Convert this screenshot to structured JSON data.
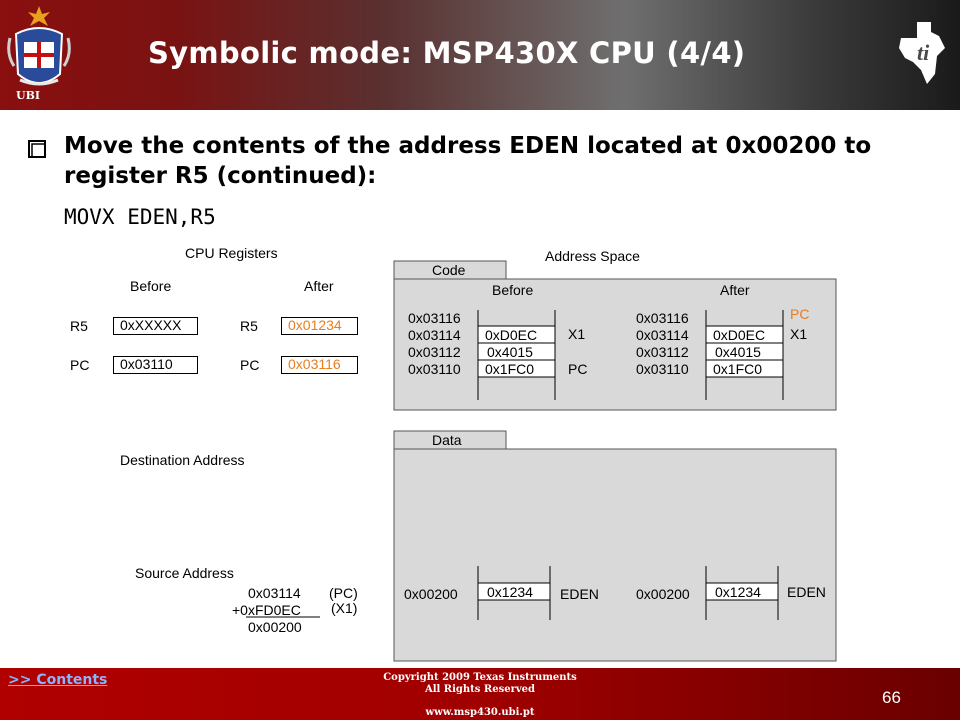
{
  "header": {
    "title": "Symbolic mode: MSP430X CPU (4/4)",
    "ubi_label": "UBI"
  },
  "bullet": {
    "text": "Move the contents of the address EDEN located at 0x00200 to register R5 (continued):",
    "instruction": "MOVX EDEN,R5"
  },
  "cpu": {
    "title": "CPU Registers",
    "before_label": "Before",
    "after_label": "After",
    "rows": [
      {
        "reg": "R5",
        "before": "0xXXXXX",
        "after": "0x01234"
      },
      {
        "reg": "PC",
        "before": "0x03110",
        "after": "0x03116"
      }
    ]
  },
  "address_space": {
    "title": "Address Space",
    "code_tab": "Code",
    "before_label": "Before",
    "after_label": "After",
    "before": {
      "addresses": [
        "0x03116",
        "0x03114",
        "0x03112",
        "0x03110"
      ],
      "words": [
        "0xD0EC",
        "0x4015",
        "0x1FC0"
      ],
      "marker_x1": "X1",
      "marker_pc": "PC"
    },
    "after": {
      "addresses": [
        "0x03116",
        "0x03114",
        "0x03112",
        "0x03110"
      ],
      "words": [
        "0xD0EC",
        "0x4015",
        "0x1FC0"
      ],
      "marker_pc": "PC",
      "marker_x1": "X1"
    }
  },
  "data_space": {
    "tab": "Data",
    "before": {
      "address": "0x00200",
      "word": "0x1234",
      "label": "EDEN"
    },
    "after": {
      "address": "0x00200",
      "word": "0x1234",
      "label": "EDEN"
    }
  },
  "destination": {
    "label": "Destination Address"
  },
  "source": {
    "label": "Source Address",
    "line1": "0x03114",
    "line1_note": "(PC)",
    "line2": "+0xFD0EC",
    "line2_note": "(X1)",
    "result": "0x00200"
  },
  "footer": {
    "contents_link": ">> Contents",
    "copyright": "Copyright  2009 Texas Instruments",
    "rights": "All Rights Reserved",
    "website": "www.msp430.ubi.pt",
    "page_number": "66"
  },
  "colors": {
    "highlight": "#e67e22",
    "diagram_fill": "#d9d9d9"
  }
}
